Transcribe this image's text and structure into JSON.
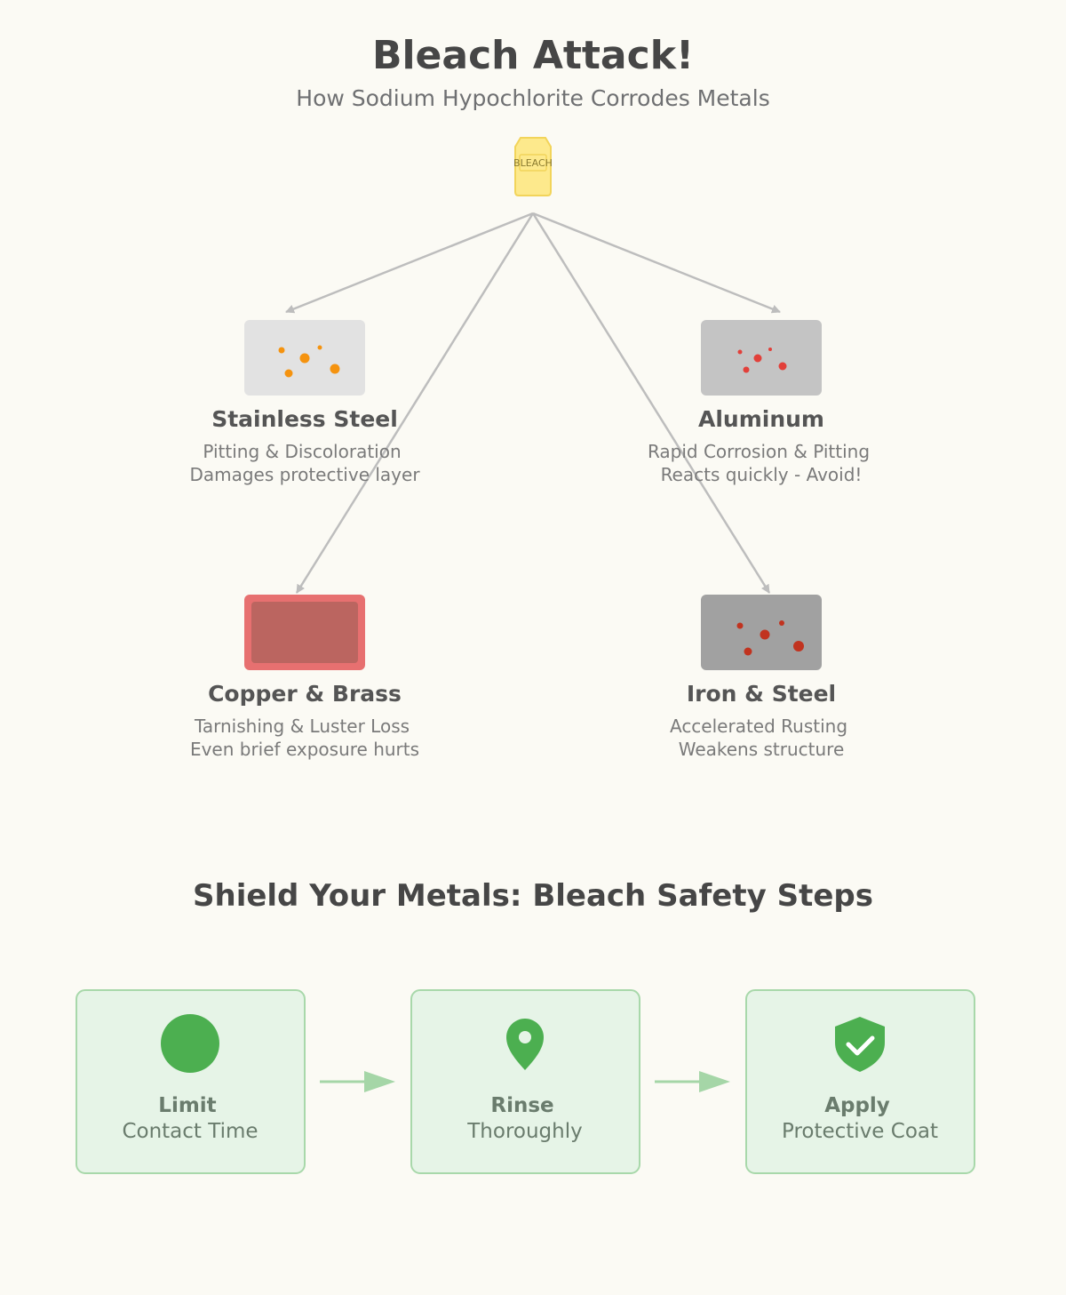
{
  "header": {
    "title": "Bleach Attack!",
    "subtitle": "How Sodium Hypochlorite Corrodes Metals"
  },
  "bottle": {
    "label": "BLEACH",
    "color": "#fde98c",
    "stroke": "#f2d45a"
  },
  "metals": [
    {
      "name": "Stainless Steel",
      "line1": "Pitting & Discoloration",
      "line2": "Damages protective layer",
      "plate_color": "#e2e2e2",
      "spot_color": "#f5930f"
    },
    {
      "name": "Aluminum",
      "line1": "Rapid Corrosion & Pitting",
      "line2": "Reacts quickly - Avoid!",
      "plate_color": "#c4c4c4",
      "spot_color": "#e2403a"
    },
    {
      "name": "Copper & Brass",
      "line1": "Tarnishing & Luster Loss",
      "line2": "Even brief exposure hurts",
      "plate_color": "#e77070",
      "inner_color": "#bb6560"
    },
    {
      "name": "Iron & Steel",
      "line1": "Accelerated Rusting",
      "line2": "Weakens structure",
      "plate_color": "#a1a1a1",
      "spot_color": "#c1331f"
    }
  ],
  "safety": {
    "title": "Shield Your Metals: Bleach Safety Steps",
    "box_fill": "#e6f4e7",
    "box_stroke": "#a8d8aa",
    "icon_color": "#4caf50",
    "arrow_color": "#a5d6a7",
    "steps": [
      {
        "title": "Limit",
        "sub": "Contact Time",
        "icon": "circle-icon"
      },
      {
        "title": "Rinse",
        "sub": "Thoroughly",
        "icon": "location-pin-icon"
      },
      {
        "title": "Apply",
        "sub": "Protective Coat",
        "icon": "shield-check-icon"
      }
    ]
  },
  "colors": {
    "background": "#fbfaf4",
    "connector": "#bdbdbd"
  }
}
